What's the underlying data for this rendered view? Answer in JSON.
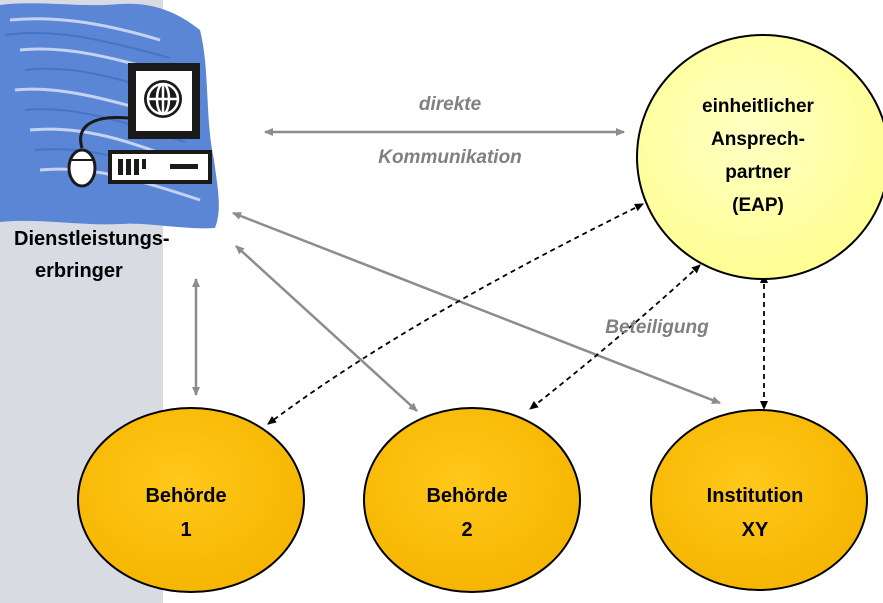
{
  "provider": {
    "label_line1": "Dienstleistungs-",
    "label_line2": "erbringer",
    "icon": "computer-with-globe-icon"
  },
  "eap": {
    "line1": "einheitlicher",
    "line2": "Ansprech-",
    "line3": "partner",
    "line4": "(EAP)"
  },
  "authorities": [
    {
      "line1": "Behörde",
      "line2": "1"
    },
    {
      "line1": "Behörde",
      "line2": "2"
    },
    {
      "line1": "Institution",
      "line2": "XY"
    }
  ],
  "edges": {
    "direct_line1": "direkte",
    "direct_line2": "Kommunikation",
    "participation": "Beteiligung"
  },
  "colors": {
    "eap_fill": "#FFFFA0",
    "authority_fill": "#FFC000",
    "shade": "#D9DBE2",
    "arrow_solid": "#8C8C8C",
    "arrow_dashed": "#000000",
    "wave": "#5B86D6"
  }
}
